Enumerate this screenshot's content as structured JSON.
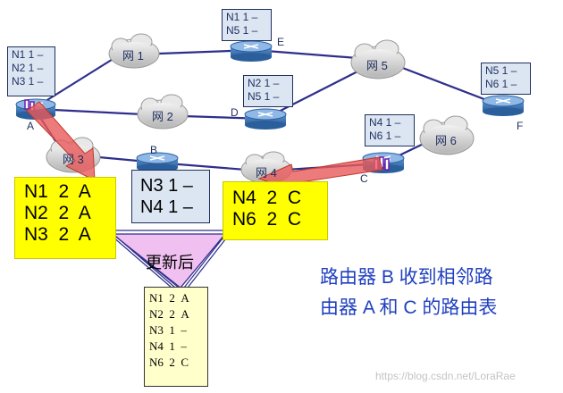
{
  "routers": {
    "A": {
      "label": "A",
      "table": [
        "N1 1 –",
        "N2 1 –",
        "N3 1 –"
      ]
    },
    "B": {
      "label": "B",
      "table": [
        "N3 1 –",
        "N4 1 –"
      ]
    },
    "C": {
      "label": "C",
      "table": [
        "N4 1 –",
        "N6 1 –"
      ]
    },
    "D": {
      "label": "D",
      "table": [
        "N2 1 –",
        "N5 1 –"
      ]
    },
    "E": {
      "label": "E",
      "table": [
        "N1 1 –",
        "N5 1 –"
      ]
    },
    "F": {
      "label": "F",
      "table": [
        "N5 1 –",
        "N6 1 –"
      ]
    }
  },
  "networks": {
    "net1": "网 1",
    "net2": "网 2",
    "net3": "网 3",
    "net4": "网 4",
    "net5": "网 5",
    "net6": "网 6"
  },
  "received": {
    "from_A": [
      "N1  2  A",
      "N2  2  A",
      "N3  2  A"
    ],
    "from_C": [
      "N4  2  C",
      "N6  2  C"
    ]
  },
  "update_label": "更新后",
  "updated_table": [
    [
      "N1",
      "2",
      "A"
    ],
    [
      "N2",
      "2",
      "A"
    ],
    [
      "N3",
      "1",
      "–"
    ],
    [
      "N4",
      "1",
      "–"
    ],
    [
      "N6",
      "2",
      "C"
    ]
  ],
  "caption": [
    "路由器 B 收到相邻路",
    "由器 A 和 C 的路由表"
  ],
  "watermark": "https://blog.csdn.net/LoraRae",
  "colors": {
    "link": "#2e2e8c",
    "router_body": "#3f78b8",
    "router_top": "#8fb8e6",
    "arrow": "#e85a5a",
    "yellow": "#ffff00",
    "table_bg": "#dce6f2",
    "caption": "#1f3fbf"
  }
}
